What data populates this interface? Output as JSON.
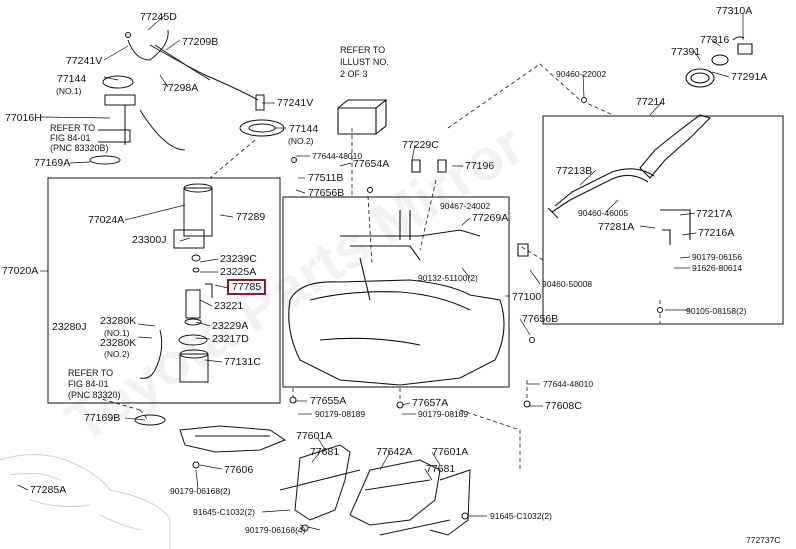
{
  "watermark": "Toyota Parts Mirror",
  "diagram_id": "772737C",
  "highlight_color": "#8b1a2b",
  "labels": {
    "p77245D": "77245D",
    "p77209B": "77209B",
    "p77241V_a": "77241V",
    "p77144_a": "77144",
    "p77144_a_sub": "(NO.1)",
    "p77298A": "77298A",
    "p77016H": "77016H",
    "p77241V_b": "77241V",
    "p77144_b": "77144",
    "p77144_b_sub": "(NO.2)",
    "p77169A": "77169A",
    "p77644_48010_a": "77644-48010",
    "p77654A": "77654A",
    "p77511B": "77511B",
    "p77656B_a": "77656B",
    "p77229C": "77229C",
    "p77196": "77196",
    "p90467_24002": "90467-24002",
    "p77269A": "77269A",
    "p90132_51100": "90132-51100(2)",
    "p90460_50008": "90460-50008",
    "p77100": "77100",
    "p77656B_b": "77656B",
    "p77644_48010_b": "77644-48010",
    "p77608C": "77608C",
    "p77655A": "77655A",
    "p90179_08189_a": "90179-08189",
    "p77657A": "77657A",
    "p90179_08189_b": "90179-08189",
    "p77024A": "77024A",
    "p77289": "77289",
    "p23300J": "23300J",
    "p23239C": "23239C",
    "p23225A": "23225A",
    "p77785": "77785",
    "p23221": "23221",
    "p77020A": "77020A",
    "p23280J": "23280J",
    "p23280K_1": "23280K",
    "p23280K_1_sub": "(NO.1)",
    "p23280K_2": "23280K",
    "p23280K_2_sub": "(NO.2)",
    "p23229A": "23229A",
    "p23217D": "23217D",
    "p77131C": "77131C",
    "p77169B": "77169B",
    "p77606": "77606",
    "p90179_06168_2": "90179-06168(2)",
    "p77285A": "77285A",
    "p77601A_a": "77601A",
    "p77681_a": "77681",
    "p77642A": "77642A",
    "p77601A_b": "77601A",
    "p77681_b": "77681",
    "p91645_C1032_a": "91645-C1032(2)",
    "p91645_C1032_b": "91645-C1032(2)",
    "p90179_06168_4": "90179-06168(4)",
    "p77310A": "77310A",
    "p77316": "77316",
    "p77391": "77391",
    "p77291A": "77291A",
    "p90460_22002": "90460-22002",
    "p77214": "77214",
    "p77213B": "77213B",
    "p90460_46005": "90460-46005",
    "p77217A": "77217A",
    "p77281A": "77281A",
    "p77216A": "77216A",
    "p90179_06156": "90179-06156",
    "p91626_80614": "91626-80614",
    "p90105_08158": "90105-08158(2)"
  },
  "refs": {
    "illust": [
      "REFER TO",
      "ILLUST NO.",
      "2 OF 3"
    ],
    "fig1": [
      "REFER TO",
      "FIG 84-01",
      "(PNC 83320B)"
    ],
    "fig2": [
      "REFER TO",
      "FIG 84-01",
      "(PNC 83320)"
    ]
  }
}
